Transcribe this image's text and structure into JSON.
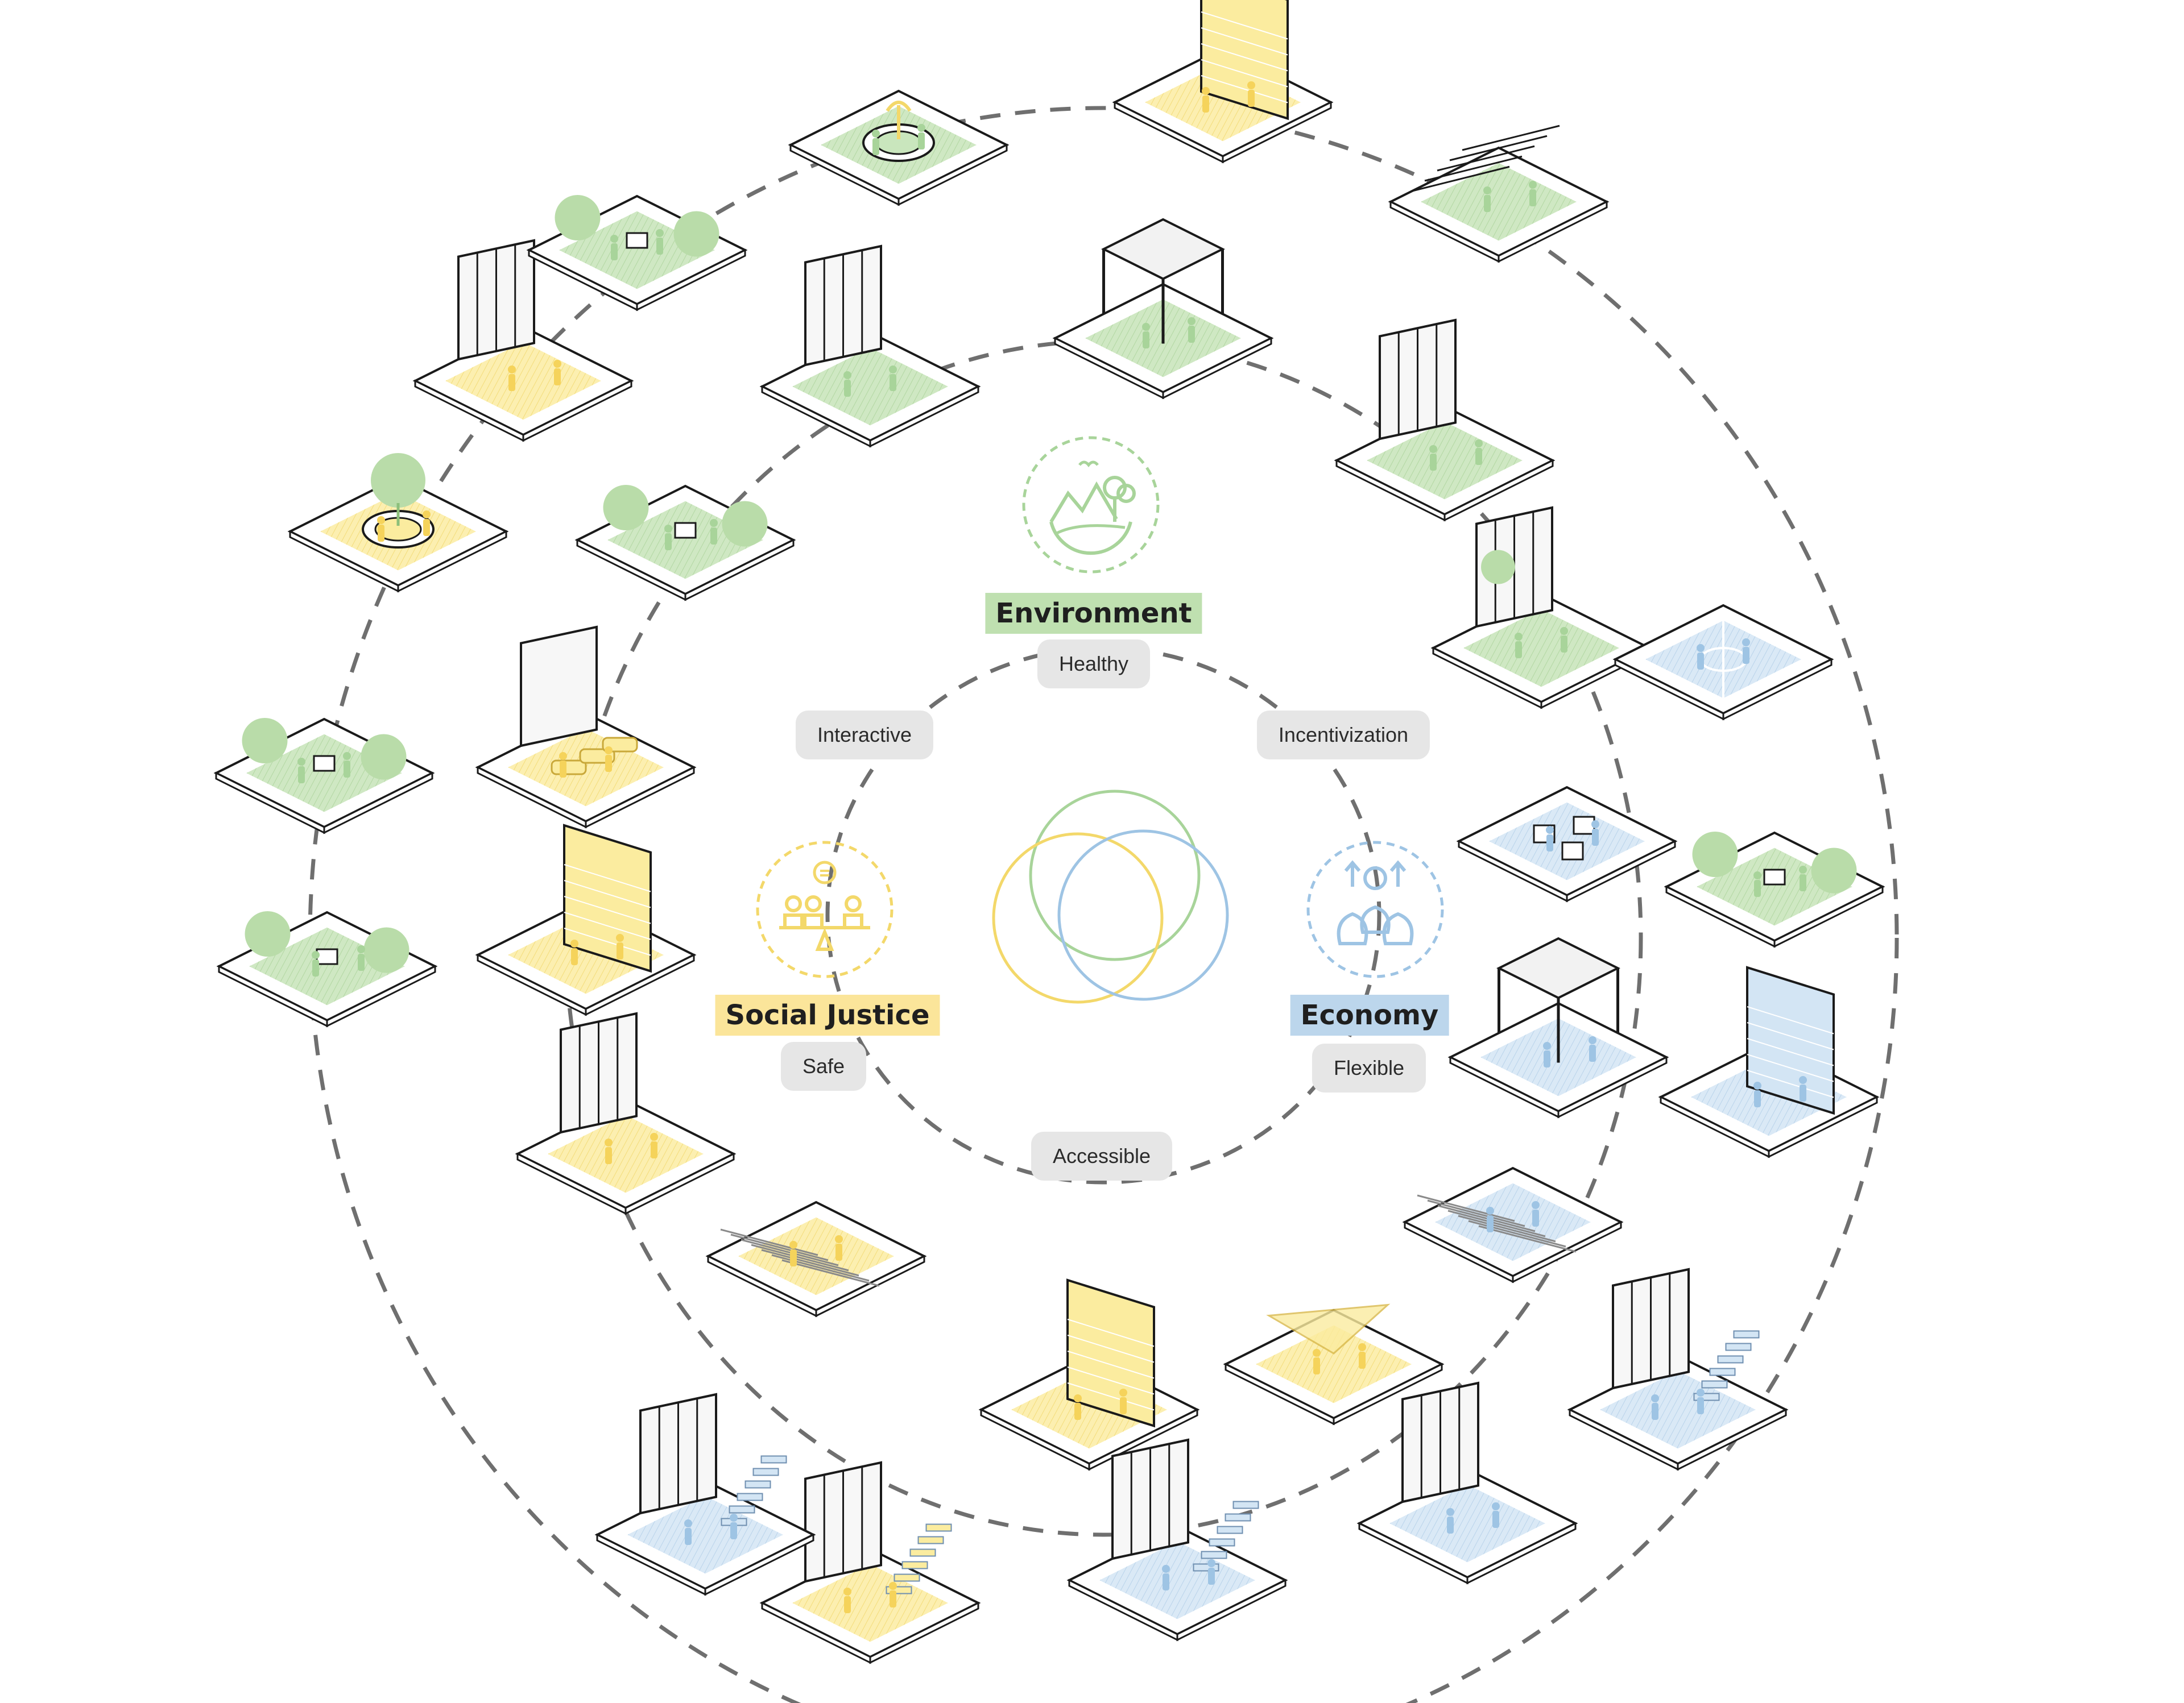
{
  "categories": {
    "environment": {
      "label": "Environment",
      "sublabel": "Healthy",
      "icon": "landscape-globe-icon",
      "color": "#a8d49a",
      "fill": "#bfe0b0"
    },
    "social": {
      "label": "Social Justice",
      "sublabel": "Safe",
      "icon": "people-balance-icon",
      "color": "#f3d86a",
      "fill": "#fbe59a"
    },
    "economy": {
      "label": "Economy",
      "sublabel": "Flexible",
      "icon": "money-bags-icon",
      "color": "#9ec4e4",
      "fill": "#bcd6ec"
    }
  },
  "connectors": {
    "interactive": "Interactive",
    "incentivization": "Incentivization",
    "accessible": "Accessible"
  },
  "colors": {
    "green": "#c9e6bd",
    "yellow": "#fbec9f",
    "blue": "#d3e5f4",
    "line": "#1a1a1a",
    "dash": "#6f6f6f",
    "pill": "#e6e6e6"
  },
  "inner_ring_tiles": [
    {
      "type": "glass-wall",
      "color": "green"
    },
    {
      "type": "pavilion",
      "color": "green"
    },
    {
      "type": "glass-wall",
      "color": "green"
    },
    {
      "type": "wall-garden",
      "color": "green"
    },
    {
      "type": "plaza-boxes",
      "color": "blue"
    },
    {
      "type": "pavilion",
      "color": "blue"
    },
    {
      "type": "stripes",
      "color": "blue"
    },
    {
      "type": "canopy",
      "color": "yellow"
    },
    {
      "type": "stripes-wall",
      "color": "yellow"
    },
    {
      "type": "stripes",
      "color": "yellow"
    },
    {
      "type": "glass-wall",
      "color": "yellow"
    },
    {
      "type": "cars-shutter",
      "color": "yellow"
    },
    {
      "type": "cars-glass",
      "color": "yellow"
    },
    {
      "type": "railing-tree",
      "color": "green"
    }
  ],
  "outer_ring_tiles": [
    {
      "type": "fountain",
      "color": "green"
    },
    {
      "type": "wall-graffiti",
      "color": "yellow"
    },
    {
      "type": "steps",
      "color": "green"
    },
    {
      "type": "sports-court",
      "color": "blue"
    },
    {
      "type": "plaza-trees",
      "color": "green"
    },
    {
      "type": "billboard-wall",
      "color": "blue"
    },
    {
      "type": "stairs-glass",
      "color": "blue"
    },
    {
      "type": "glass-wall",
      "color": "blue"
    },
    {
      "type": "stairs-glass",
      "color": "blue"
    },
    {
      "type": "stairs-glass",
      "color": "yellow"
    },
    {
      "type": "stairs-glass",
      "color": "blue"
    },
    {
      "type": "plaza-trees",
      "color": "green"
    },
    {
      "type": "pergola-trees",
      "color": "green"
    },
    {
      "type": "ring-tree",
      "color": "yellow"
    },
    {
      "type": "glass-wall",
      "color": "yellow"
    },
    {
      "type": "tree-railing",
      "color": "green"
    }
  ]
}
